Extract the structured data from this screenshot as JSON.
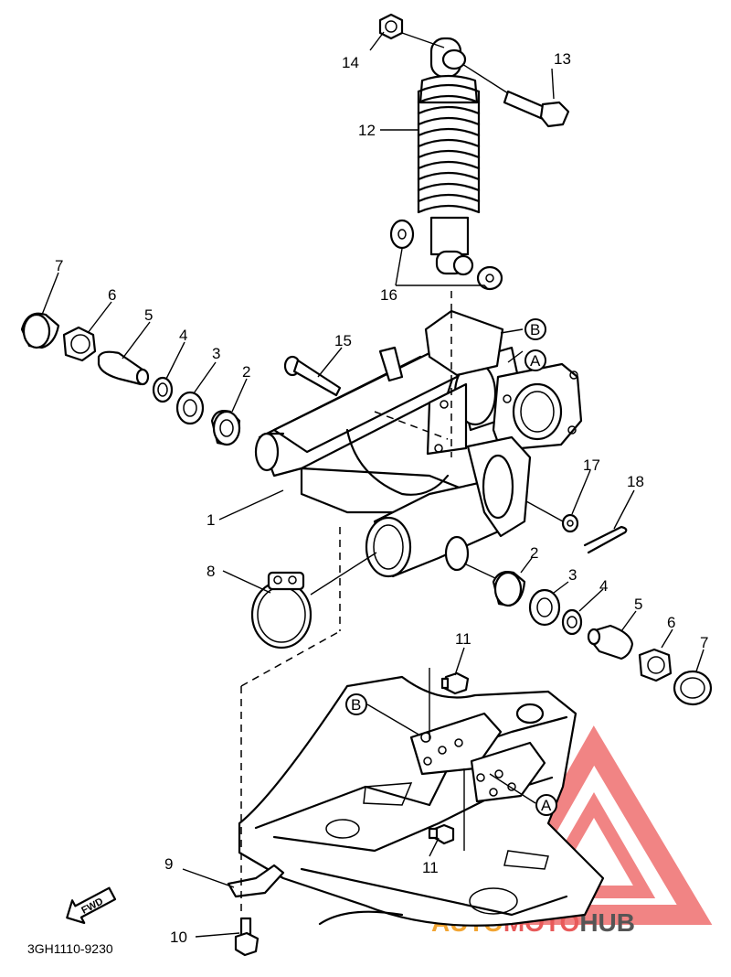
{
  "callouts": {
    "n1": "1",
    "n2a": "2",
    "n2b": "2",
    "n3a": "3",
    "n3b": "3",
    "n4a": "4",
    "n4b": "4",
    "n5a": "5",
    "n5b": "5",
    "n6a": "6",
    "n6b": "6",
    "n7a": "7",
    "n7b": "7",
    "n8": "8",
    "n9": "9",
    "n10": "10",
    "n11a": "11",
    "n11b": "11",
    "n12": "12",
    "n13": "13",
    "n14": "14",
    "n15": "15",
    "n16": "16",
    "n17": "17",
    "n18": "18"
  },
  "refs": {
    "A1": "A",
    "A2": "A",
    "B1": "B",
    "B2": "B"
  },
  "fwd_label": "FWD",
  "diagram_code": "3GH1110-9230",
  "watermark": {
    "part1": "AUTO",
    "part2": "MOTO",
    "part3": "HUB",
    "colors": {
      "orange": "#f2a533",
      "red": "#e85a5a",
      "gray": "#555555"
    }
  }
}
